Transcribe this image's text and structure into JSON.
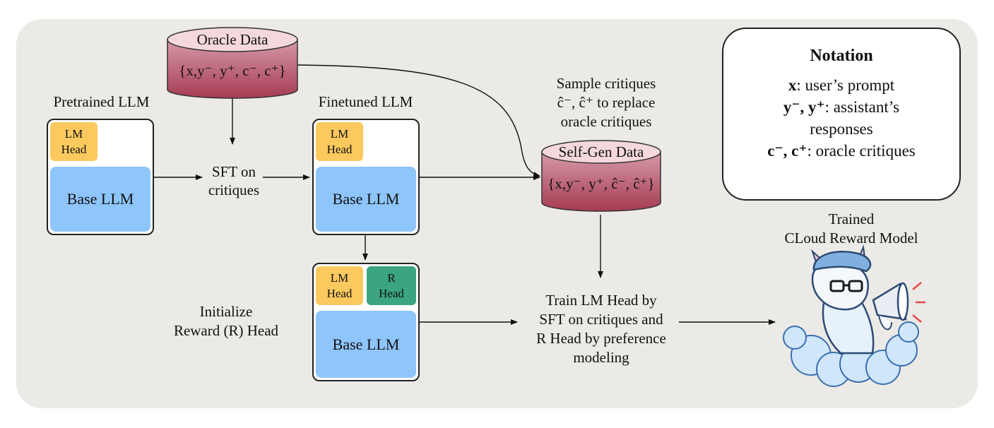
{
  "pretrained": {
    "title": "Pretrained LLM",
    "lm_head": [
      "LM",
      "Head"
    ],
    "base": "Base LLM"
  },
  "oracle": {
    "title": "Oracle Data",
    "content": "{x,y⁻, y⁺, c⁻, c⁺}"
  },
  "sft": {
    "line1": "SFT on",
    "line2": "critiques"
  },
  "finetuned": {
    "title": "Finetuned LLM",
    "lm_head": [
      "LM",
      "Head"
    ],
    "base": "Base LLM"
  },
  "sample": {
    "line1": "Sample critiques",
    "line2": "ĉ⁻, ĉ⁺ to replace",
    "line3": "oracle critiques"
  },
  "selfgen": {
    "title": "Self-Gen Data",
    "content": "{x,y⁻, y⁺, ĉ⁻, ĉ⁺}"
  },
  "notation": {
    "title": "Notation",
    "x_sym": "x",
    "x_desc": ": user’s prompt",
    "y_sym": "y⁻, y⁺",
    "y_desc": ": assistant’s",
    "y_desc2": "responses",
    "c_sym": "c⁻, c⁺",
    "c_desc": ": oracle critiques"
  },
  "initialize": {
    "line1": "Initialize",
    "line2": "Reward (R) Head"
  },
  "reward_llm": {
    "lm_head": [
      "LM",
      "Head"
    ],
    "r_head": [
      "R",
      "Head"
    ],
    "base": "Base LLM"
  },
  "train": {
    "line1": "Train LM Head by",
    "line2": "SFT on critiques and",
    "line3": "R Head by preference",
    "line4": "modeling"
  },
  "trained": {
    "line1": "Trained",
    "line2": "CLoud Reward Model"
  },
  "colors": {
    "head": "#fcc95e",
    "r_head": "#3aa57f",
    "base": "#8ec5fb",
    "db_top": "#f4d8dd",
    "db_body": "#b5475e",
    "panel": "#eceae6"
  }
}
